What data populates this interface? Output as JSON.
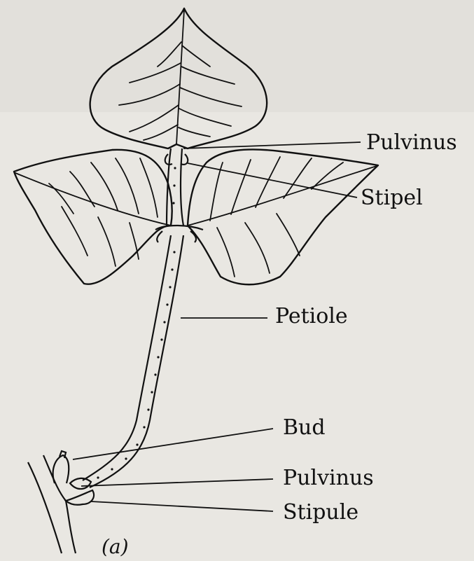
{
  "figure": {
    "labels": {
      "pulvinus_top": "Pulvinus",
      "stipel": "Stipel",
      "petiole": "Petiole",
      "bud": "Bud",
      "pulvinus_bottom": "Pulvinus",
      "stipule": "Stipule"
    },
    "caption": "(a)"
  },
  "colors": {
    "background": "#e9e7e2",
    "ink": "#111111"
  }
}
